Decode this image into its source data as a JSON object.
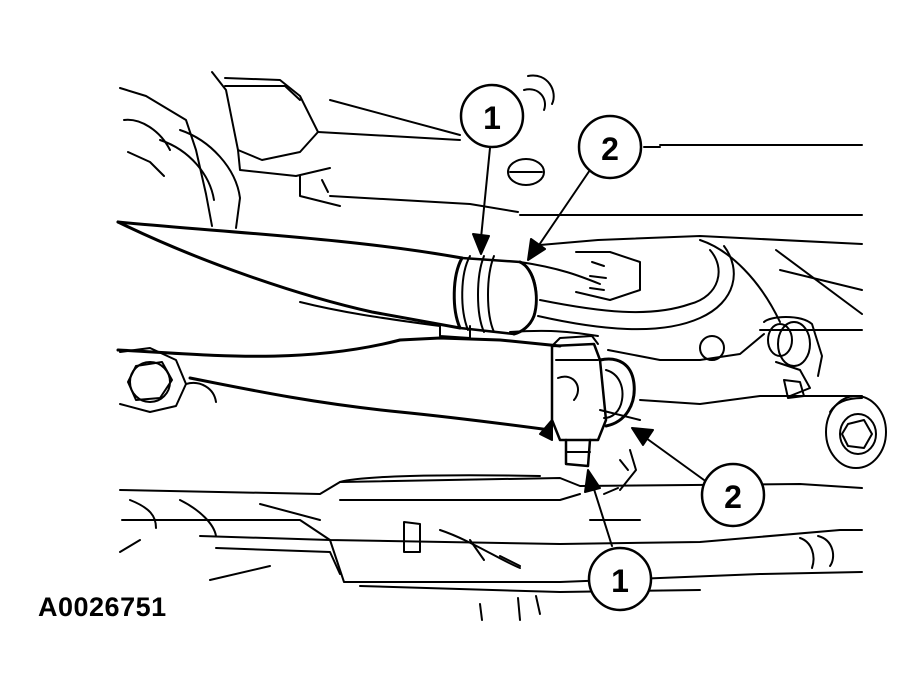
{
  "figure": {
    "id_label": "A0026751",
    "callouts": [
      {
        "label": "1",
        "target": "upper hose clamp"
      },
      {
        "label": "2",
        "target": "upper hose end"
      },
      {
        "label": "2",
        "target": "lower hose end"
      },
      {
        "label": "1",
        "target": "lower hose clamp"
      }
    ]
  }
}
